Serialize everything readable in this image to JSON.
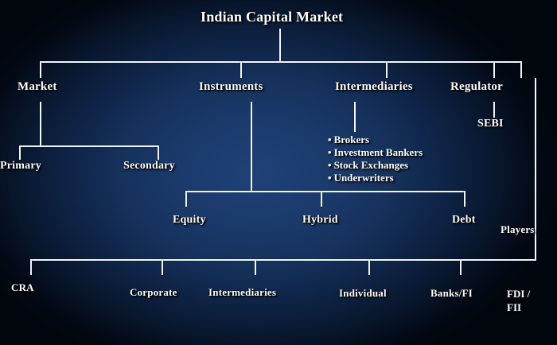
{
  "diagram": {
    "title": "Indian Capital Market",
    "level1": [
      {
        "label": "Market"
      },
      {
        "label": "Instruments"
      },
      {
        "label": "Intermediaries"
      },
      {
        "label": "Regulator"
      }
    ],
    "market_children": [
      {
        "label": "Primary"
      },
      {
        "label": "Secondary"
      }
    ],
    "regulator_children": [
      {
        "label": "SEBI"
      }
    ],
    "intermediaries_list": [
      "Brokers",
      "Investment Bankers",
      "Stock Exchanges",
      "Underwriters"
    ],
    "instrument_children": [
      {
        "label": "Equity"
      },
      {
        "label": "Hybrid"
      },
      {
        "label": "Debt"
      }
    ],
    "players": {
      "label": "Players"
    },
    "player_children": [
      {
        "label": "CRA"
      },
      {
        "label": "Corporate"
      },
      {
        "label": "Intermediaries"
      },
      {
        "label": "Individual"
      },
      {
        "label": "Banks/FI"
      },
      {
        "label": "FDI /",
        "label2": "FII"
      }
    ],
    "colors": {
      "background_center": "#1f4178",
      "background_edge": "#01050c",
      "text": "#ffffff",
      "connector": "#f2f5fa"
    }
  }
}
